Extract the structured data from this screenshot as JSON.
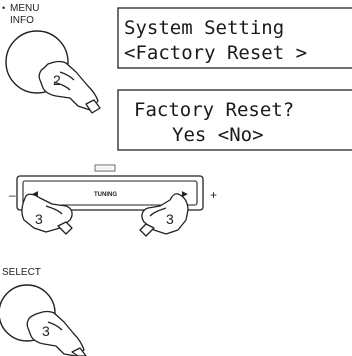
{
  "menu_info_button": {
    "bullet": "•",
    "label_top": "MENU",
    "label_bottom": "INFO",
    "step": "2"
  },
  "display_1": {
    "line1": "System Setting",
    "line2": "<Factory Reset >"
  },
  "display_2": {
    "line1": "Factory Reset?",
    "line2": "Yes <No>"
  },
  "tuning_control": {
    "label": "TUNING",
    "minus": "–",
    "plus": "+",
    "left_arrow": "◄",
    "right_arrow": "►",
    "step_left": "3",
    "step_right": "3"
  },
  "select_button": {
    "label": "SELECT",
    "step": "3"
  }
}
